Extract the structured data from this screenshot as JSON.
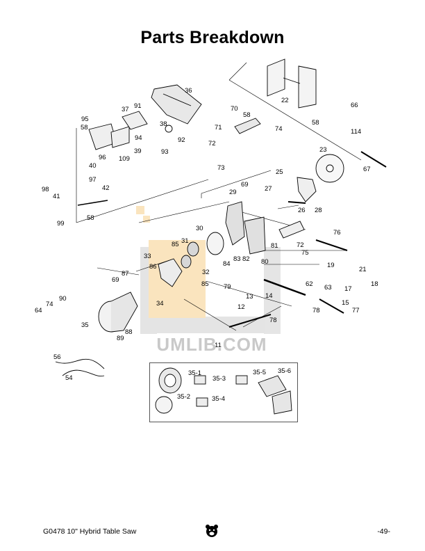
{
  "page": {
    "title": "Parts Breakdown",
    "footer_left": "G0478 10\" Hybrid Table Saw",
    "footer_right": "-49-",
    "watermark": "UMLIB.COM"
  },
  "labels": [
    {
      "id": "l36",
      "text": "36"
    },
    {
      "id": "l22",
      "text": "22"
    },
    {
      "id": "l66",
      "text": "66"
    },
    {
      "id": "l58a",
      "text": "58"
    },
    {
      "id": "l114",
      "text": "114"
    },
    {
      "id": "l37",
      "text": "37"
    },
    {
      "id": "l91",
      "text": "91"
    },
    {
      "id": "l38",
      "text": "38"
    },
    {
      "id": "l95",
      "text": "95"
    },
    {
      "id": "l58b",
      "text": "58"
    },
    {
      "id": "l94",
      "text": "94"
    },
    {
      "id": "l92",
      "text": "92"
    },
    {
      "id": "l39",
      "text": "39"
    },
    {
      "id": "l93",
      "text": "93"
    },
    {
      "id": "l96",
      "text": "96"
    },
    {
      "id": "l109",
      "text": "109"
    },
    {
      "id": "l40",
      "text": "40"
    },
    {
      "id": "l70",
      "text": "70"
    },
    {
      "id": "l71",
      "text": "71"
    },
    {
      "id": "l58c",
      "text": "58"
    },
    {
      "id": "l74a",
      "text": "74"
    },
    {
      "id": "l72a",
      "text": "72"
    },
    {
      "id": "l73",
      "text": "73"
    },
    {
      "id": "l23",
      "text": "23"
    },
    {
      "id": "l67",
      "text": "67"
    },
    {
      "id": "l25",
      "text": "25"
    },
    {
      "id": "l97",
      "text": "97"
    },
    {
      "id": "l98",
      "text": "98"
    },
    {
      "id": "l41",
      "text": "41"
    },
    {
      "id": "l42",
      "text": "42"
    },
    {
      "id": "l69a",
      "text": "69"
    },
    {
      "id": "l27",
      "text": "27"
    },
    {
      "id": "l29",
      "text": "29"
    },
    {
      "id": "l26",
      "text": "26"
    },
    {
      "id": "l28",
      "text": "28"
    },
    {
      "id": "l99",
      "text": "99"
    },
    {
      "id": "l58d",
      "text": "58"
    },
    {
      "id": "l30",
      "text": "30"
    },
    {
      "id": "l76",
      "text": "76"
    },
    {
      "id": "l31",
      "text": "31"
    },
    {
      "id": "l85a",
      "text": "85"
    },
    {
      "id": "l72b",
      "text": "72"
    },
    {
      "id": "l81",
      "text": "81"
    },
    {
      "id": "l75",
      "text": "75"
    },
    {
      "id": "l33",
      "text": "33"
    },
    {
      "id": "l84",
      "text": "84"
    },
    {
      "id": "l83",
      "text": "83"
    },
    {
      "id": "l82",
      "text": "82"
    },
    {
      "id": "l80",
      "text": "80"
    },
    {
      "id": "l19",
      "text": "19"
    },
    {
      "id": "l21",
      "text": "21"
    },
    {
      "id": "l86",
      "text": "86"
    },
    {
      "id": "l32",
      "text": "32"
    },
    {
      "id": "l87",
      "text": "87"
    },
    {
      "id": "l69b",
      "text": "69"
    },
    {
      "id": "l85b",
      "text": "85"
    },
    {
      "id": "l62",
      "text": "62"
    },
    {
      "id": "l63",
      "text": "63"
    },
    {
      "id": "l17",
      "text": "17"
    },
    {
      "id": "l18",
      "text": "18"
    },
    {
      "id": "l79",
      "text": "79"
    },
    {
      "id": "l13",
      "text": "13"
    },
    {
      "id": "l14",
      "text": "14"
    },
    {
      "id": "l90",
      "text": "90"
    },
    {
      "id": "l34",
      "text": "34"
    },
    {
      "id": "l74b",
      "text": "74"
    },
    {
      "id": "l64",
      "text": "64"
    },
    {
      "id": "l12",
      "text": "12"
    },
    {
      "id": "l15",
      "text": "15"
    },
    {
      "id": "l77",
      "text": "77"
    },
    {
      "id": "l78a",
      "text": "78"
    },
    {
      "id": "l78b",
      "text": "78"
    },
    {
      "id": "l35",
      "text": "35"
    },
    {
      "id": "l88",
      "text": "88"
    },
    {
      "id": "l89",
      "text": "89"
    },
    {
      "id": "l11",
      "text": "11"
    },
    {
      "id": "l56",
      "text": "56"
    },
    {
      "id": "l54",
      "text": "54"
    },
    {
      "id": "l35_1",
      "text": "35-1"
    },
    {
      "id": "l35_3",
      "text": "35-3"
    },
    {
      "id": "l35_5",
      "text": "35-5"
    },
    {
      "id": "l35_6",
      "text": "35-6"
    },
    {
      "id": "l35_2",
      "text": "35-2"
    },
    {
      "id": "l35_4",
      "text": "35-4"
    }
  ]
}
